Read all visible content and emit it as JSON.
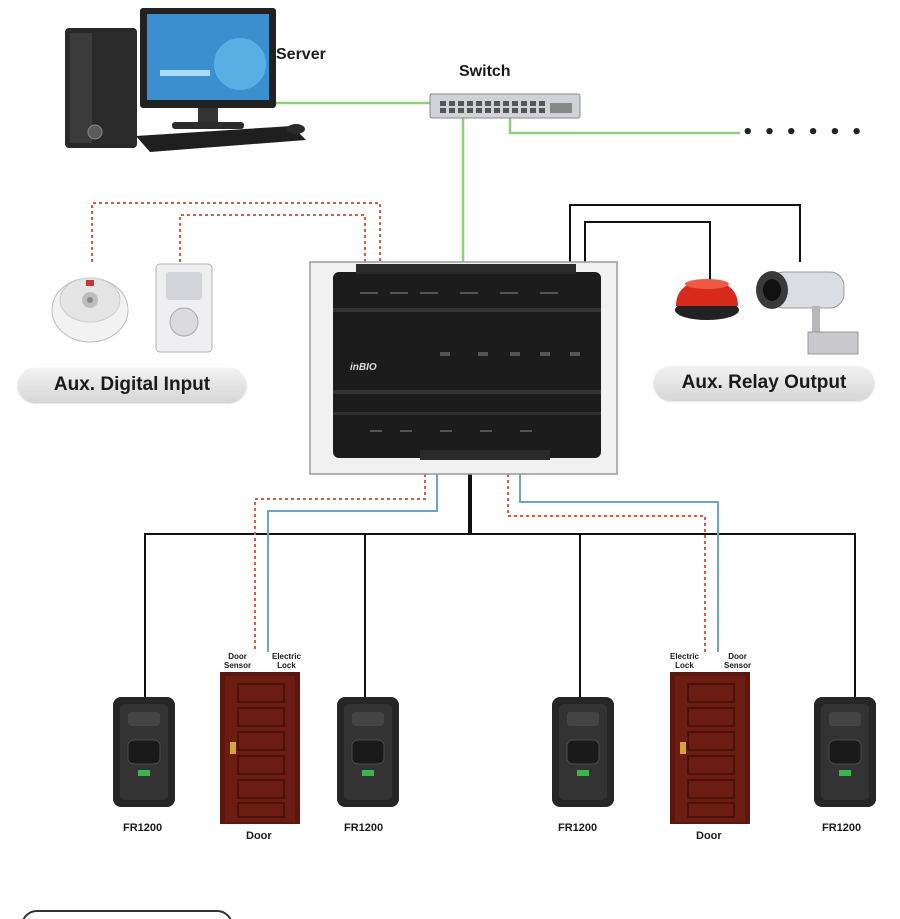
{
  "labels": {
    "server": "Server",
    "switch": "Switch",
    "more": "• • • • • •",
    "aux_input": "Aux. Digital Input",
    "aux_output": "Aux. Relay Output",
    "door_sensor": "Door\nSensor",
    "electric_lock": "Electric\nLock",
    "reader": "FR1200",
    "door": "Door",
    "controller_brand": "inBIO"
  },
  "colors": {
    "network_line": "#8fcf7a",
    "signal_line": "#e0573a",
    "lock_line": "#6fa2c8",
    "cable": "#111111",
    "door": "#6b1d12",
    "controller": "#1c1c1c"
  }
}
